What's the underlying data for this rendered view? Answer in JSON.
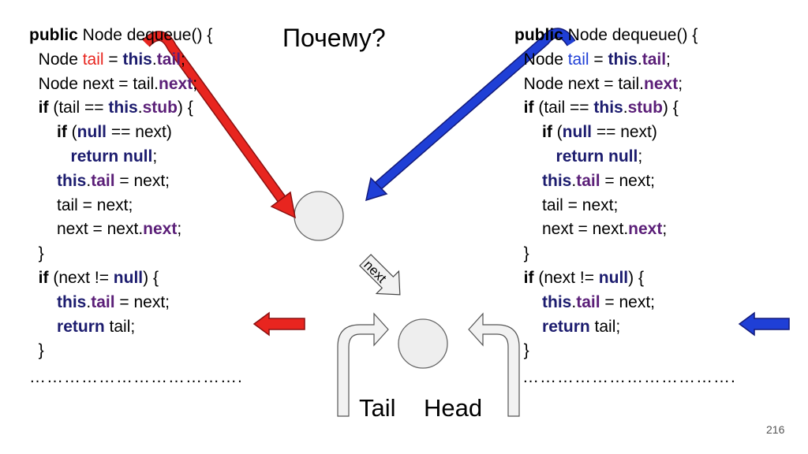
{
  "title": "Почему?",
  "code_left": {
    "lines": [
      [
        {
          "t": "public",
          "c": "kw"
        },
        {
          "t": " Node dequeue() {"
        }
      ],
      [
        {
          "t": "  Node "
        },
        {
          "t": "tail",
          "c": "var-red"
        },
        {
          "t": " = "
        },
        {
          "t": "this",
          "c": "kwb"
        },
        {
          "t": "."
        },
        {
          "t": "tail",
          "c": "fld"
        },
        {
          "t": ";"
        }
      ],
      [
        {
          "t": "  Node next = tail."
        },
        {
          "t": "next",
          "c": "fld"
        },
        {
          "t": ";"
        }
      ],
      [
        {
          "t": "  "
        },
        {
          "t": "if",
          "c": "kw"
        },
        {
          "t": " (tail == "
        },
        {
          "t": "this",
          "c": "kwb"
        },
        {
          "t": "."
        },
        {
          "t": "stub",
          "c": "fld"
        },
        {
          "t": ") {"
        }
      ],
      [
        {
          "t": "      "
        },
        {
          "t": "if",
          "c": "kw"
        },
        {
          "t": " ("
        },
        {
          "t": "null",
          "c": "kwb"
        },
        {
          "t": " == next)"
        }
      ],
      [
        {
          "t": "         "
        },
        {
          "t": "return null",
          "c": "kwb"
        },
        {
          "t": ";"
        }
      ],
      [
        {
          "t": "      "
        },
        {
          "t": "this",
          "c": "kwb"
        },
        {
          "t": "."
        },
        {
          "t": "tail",
          "c": "fld"
        },
        {
          "t": " = next;"
        }
      ],
      [
        {
          "t": "      tail = next;"
        }
      ],
      [
        {
          "t": "      next = next."
        },
        {
          "t": "next",
          "c": "fld"
        },
        {
          "t": ";"
        }
      ],
      [
        {
          "t": "  }"
        }
      ],
      [
        {
          "t": "  "
        },
        {
          "t": "if",
          "c": "kw"
        },
        {
          "t": " (next != "
        },
        {
          "t": "null",
          "c": "kwb"
        },
        {
          "t": ") {"
        }
      ],
      [
        {
          "t": "      "
        },
        {
          "t": "this",
          "c": "kwb"
        },
        {
          "t": "."
        },
        {
          "t": "tail",
          "c": "fld"
        },
        {
          "t": " = next;"
        }
      ],
      [
        {
          "t": "      "
        },
        {
          "t": "return",
          "c": "kwb"
        },
        {
          "t": " tail;"
        }
      ],
      [
        {
          "t": "  }"
        }
      ]
    ],
    "dots": "………………………………."
  },
  "code_right": {
    "lines": [
      [
        {
          "t": "public",
          "c": "kw"
        },
        {
          "t": " Node dequeue() {"
        }
      ],
      [
        {
          "t": "  Node "
        },
        {
          "t": "tail",
          "c": "var-blue"
        },
        {
          "t": " = "
        },
        {
          "t": "this",
          "c": "kwb"
        },
        {
          "t": "."
        },
        {
          "t": "tail",
          "c": "fld"
        },
        {
          "t": ";"
        }
      ],
      [
        {
          "t": "  Node next = tail."
        },
        {
          "t": "next",
          "c": "fld"
        },
        {
          "t": ";"
        }
      ],
      [
        {
          "t": "  "
        },
        {
          "t": "if",
          "c": "kw"
        },
        {
          "t": " (tail == "
        },
        {
          "t": "this",
          "c": "kwb"
        },
        {
          "t": "."
        },
        {
          "t": "stub",
          "c": "fld"
        },
        {
          "t": ") {"
        }
      ],
      [
        {
          "t": "      "
        },
        {
          "t": "if",
          "c": "kw"
        },
        {
          "t": " ("
        },
        {
          "t": "null",
          "c": "kwb"
        },
        {
          "t": " == next)"
        }
      ],
      [
        {
          "t": "         "
        },
        {
          "t": "return null",
          "c": "kwb"
        },
        {
          "t": ";"
        }
      ],
      [
        {
          "t": "      "
        },
        {
          "t": "this",
          "c": "kwb"
        },
        {
          "t": "."
        },
        {
          "t": "tail",
          "c": "fld"
        },
        {
          "t": " = next;"
        }
      ],
      [
        {
          "t": "      tail = next;"
        }
      ],
      [
        {
          "t": "      next = next."
        },
        {
          "t": "next",
          "c": "fld"
        },
        {
          "t": ";"
        }
      ],
      [
        {
          "t": "  }"
        }
      ],
      [
        {
          "t": "  "
        },
        {
          "t": "if",
          "c": "kw"
        },
        {
          "t": " (next != "
        },
        {
          "t": "null",
          "c": "kwb"
        },
        {
          "t": ") {"
        }
      ],
      [
        {
          "t": "      "
        },
        {
          "t": "this",
          "c": "kwb"
        },
        {
          "t": "."
        },
        {
          "t": "tail",
          "c": "fld"
        },
        {
          "t": " = next;"
        }
      ],
      [
        {
          "t": "      "
        },
        {
          "t": "return",
          "c": "kwb"
        },
        {
          "t": " tail;"
        }
      ],
      [
        {
          "t": "  }"
        }
      ]
    ],
    "dots": "………………………………."
  },
  "labels": {
    "next": "next",
    "tail": "Tail",
    "head": "Head"
  },
  "page_number": "216",
  "colors": {
    "red_arrow": "#e8251f",
    "blue_arrow": "#1f3fd6",
    "node_fill": "#eeeeee",
    "outline_arrow_fill": "#f2f2f2"
  }
}
